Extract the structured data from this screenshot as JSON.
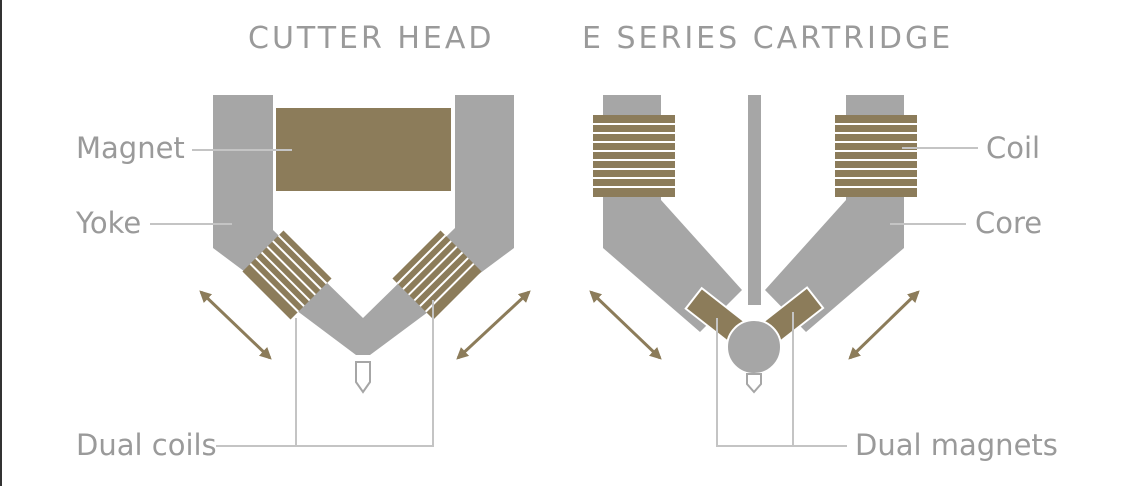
{
  "titles": {
    "left": "CUTTER HEAD",
    "right": "E SERIES CARTRIDGE"
  },
  "labels": {
    "magnet": "Magnet",
    "yoke": "Yoke",
    "dual_coils": "Dual coils",
    "coil": "Coil",
    "core": "Core",
    "dual_magnets": "Dual magnets"
  },
  "colors": {
    "gray_part": "#a6a6a6",
    "brown_part": "#8c7c5a",
    "leader_line": "#c4c4c4",
    "label_text": "#9a9a9a",
    "coil_stroke": "#ffffff"
  }
}
